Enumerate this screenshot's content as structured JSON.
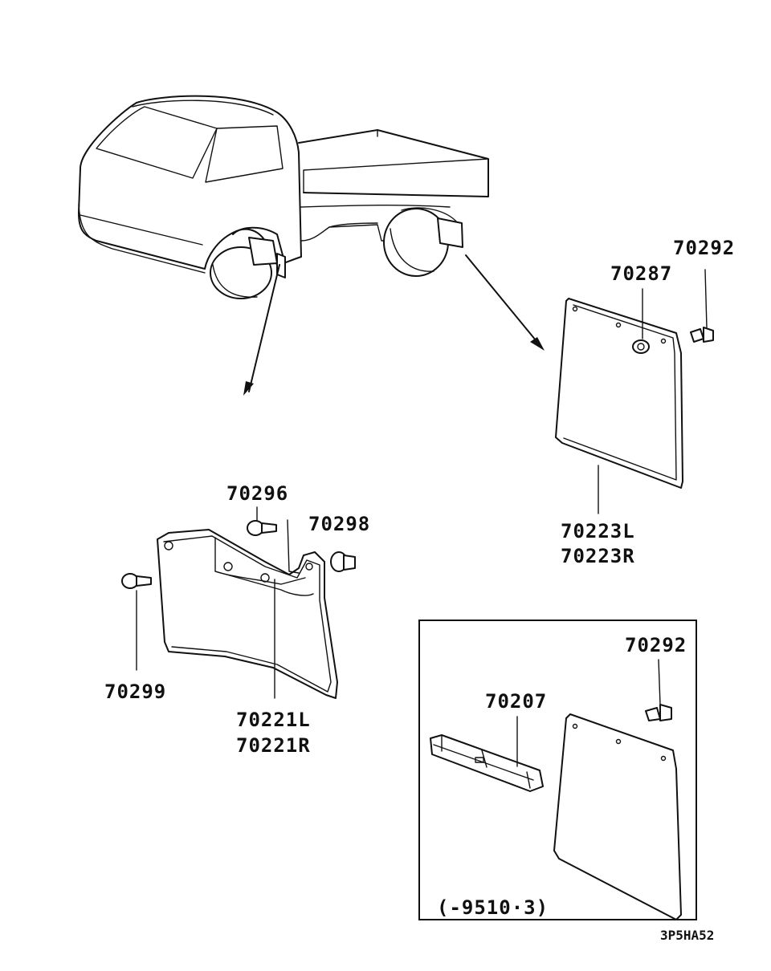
{
  "labels": {
    "p70292_top": "70292",
    "p70287": "70287",
    "p70223": [
      "70223L",
      "70223R"
    ],
    "p70296": "70296",
    "p70298": "70298",
    "p70299": "70299",
    "p70221": [
      "70221L",
      "70221R"
    ],
    "p70292_box": "70292",
    "p70207": "70207",
    "date_range": "(-9510·3)",
    "diagram_code": "3P5HA52"
  }
}
